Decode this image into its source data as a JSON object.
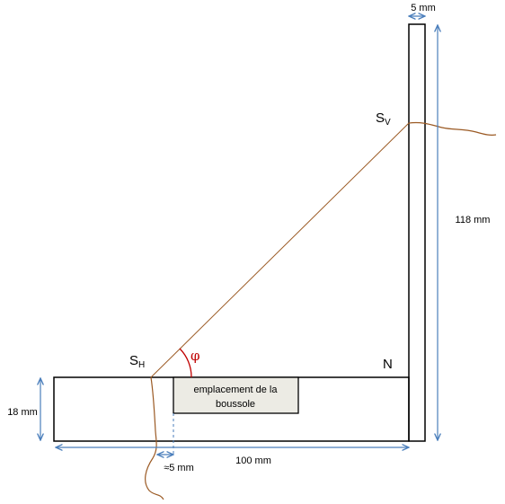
{
  "labels": {
    "sv_main": "S",
    "sv_sub": "V",
    "sh_main": "S",
    "sh_sub": "H",
    "n": "N",
    "phi": "φ",
    "dim_top": "5 mm",
    "dim_vertical": "118 mm",
    "dim_left": "18 mm",
    "dim_bottom": "100 mm",
    "dim_small": "≈5 mm",
    "box_line1": "emplacement de la",
    "box_line2": "boussole"
  },
  "colors": {
    "outline": "#000000",
    "dimension": "#4a7ebb",
    "thread": "#9b5a24",
    "angle": "#c00000",
    "box_fill": "#ecebe4",
    "sight_line": "#9b5a24"
  }
}
